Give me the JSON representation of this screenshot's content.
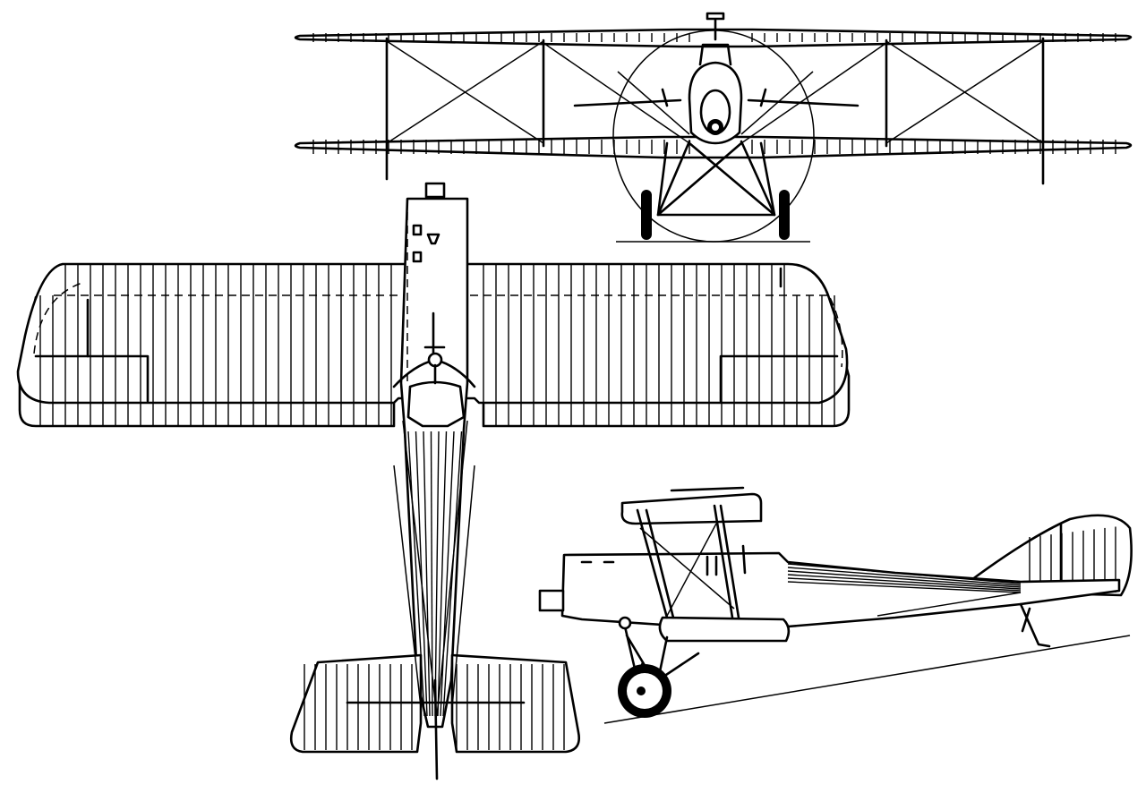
{
  "drawing": {
    "subject": "biplane-three-view",
    "views": [
      "front-view",
      "top-view",
      "side-view"
    ],
    "colors": {
      "line": "#000000",
      "background": "#ffffff"
    }
  }
}
